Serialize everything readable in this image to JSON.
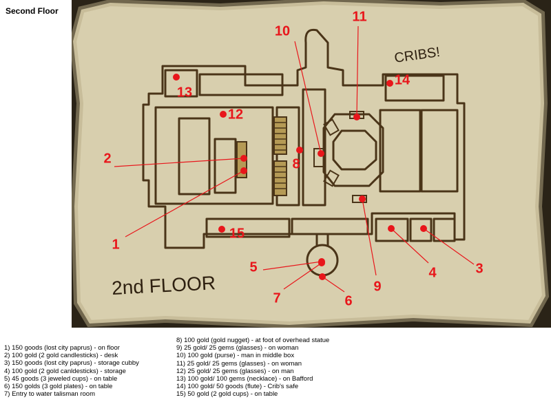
{
  "page_title": "Second Floor",
  "map": {
    "floor_label": "2nd FLOOR",
    "cribs_label": "CRIBS!",
    "marker_color": "#e8161b",
    "ink_color": "#4a3418",
    "parchment_color": "#d8cfae",
    "markers": [
      {
        "label": "1"
      },
      {
        "label": "2"
      },
      {
        "label": "3"
      },
      {
        "label": "4"
      },
      {
        "label": "5"
      },
      {
        "label": "6"
      },
      {
        "label": "7"
      },
      {
        "label": "8"
      },
      {
        "label": "9"
      },
      {
        "label": "10"
      },
      {
        "label": "11"
      },
      {
        "label": "12"
      },
      {
        "label": "13"
      },
      {
        "label": "14"
      },
      {
        "label": "15"
      }
    ]
  },
  "legend": {
    "left": [
      "1) 150 goods (lost city paprus) - on floor",
      "2) 100 gold (2 gold candlesticks) - desk",
      "3) 150 goods (lost city paprus) - storage cubby",
      "4) 100 gold (2 gold canldesticks) - storage",
      "5) 45 goods (3 jeweled cups) - on table",
      "6) 150 golds (3 gold plates) - on table",
      "7) Entry to water talisman room"
    ],
    "right": [
      "8) 100 gold (gold nugget) - at foot of overhead statue",
      "9) 25 gold/ 25 gems (glasses) - on woman",
      "10) 100 gold (purse) - man in  middle box",
      "11) 25 gold/ 25 gems (glasses) - on woman",
      "12) 25 gold/ 25 gems (glasses) - on man",
      "13) 100 gold/ 100 gems (necklace) - on Bafford",
      "14) 100 gold/ 50 goods (flute) - Crib's safe",
      "15) 50 gold (2 gold cups) - on table"
    ]
  }
}
